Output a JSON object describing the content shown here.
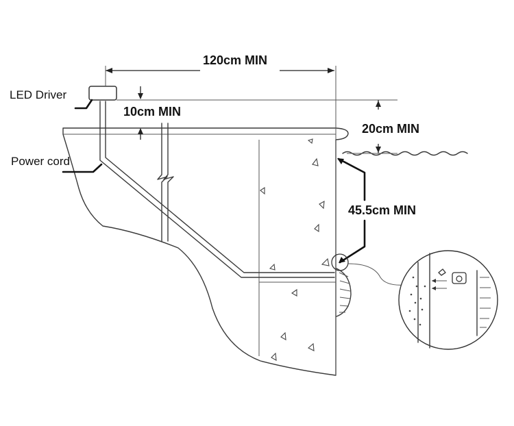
{
  "labels": {
    "dim_width": "120cm MIN",
    "dim_driver_gap": "10cm MIN",
    "dim_water_gap": "20cm MIN",
    "dim_depth": "45.5cm MIN",
    "led_driver": "LED Driver",
    "power_cord": "Power cord"
  },
  "colors": {
    "line": "#3a3a3a",
    "text": "#111111",
    "background": "#ffffff"
  }
}
